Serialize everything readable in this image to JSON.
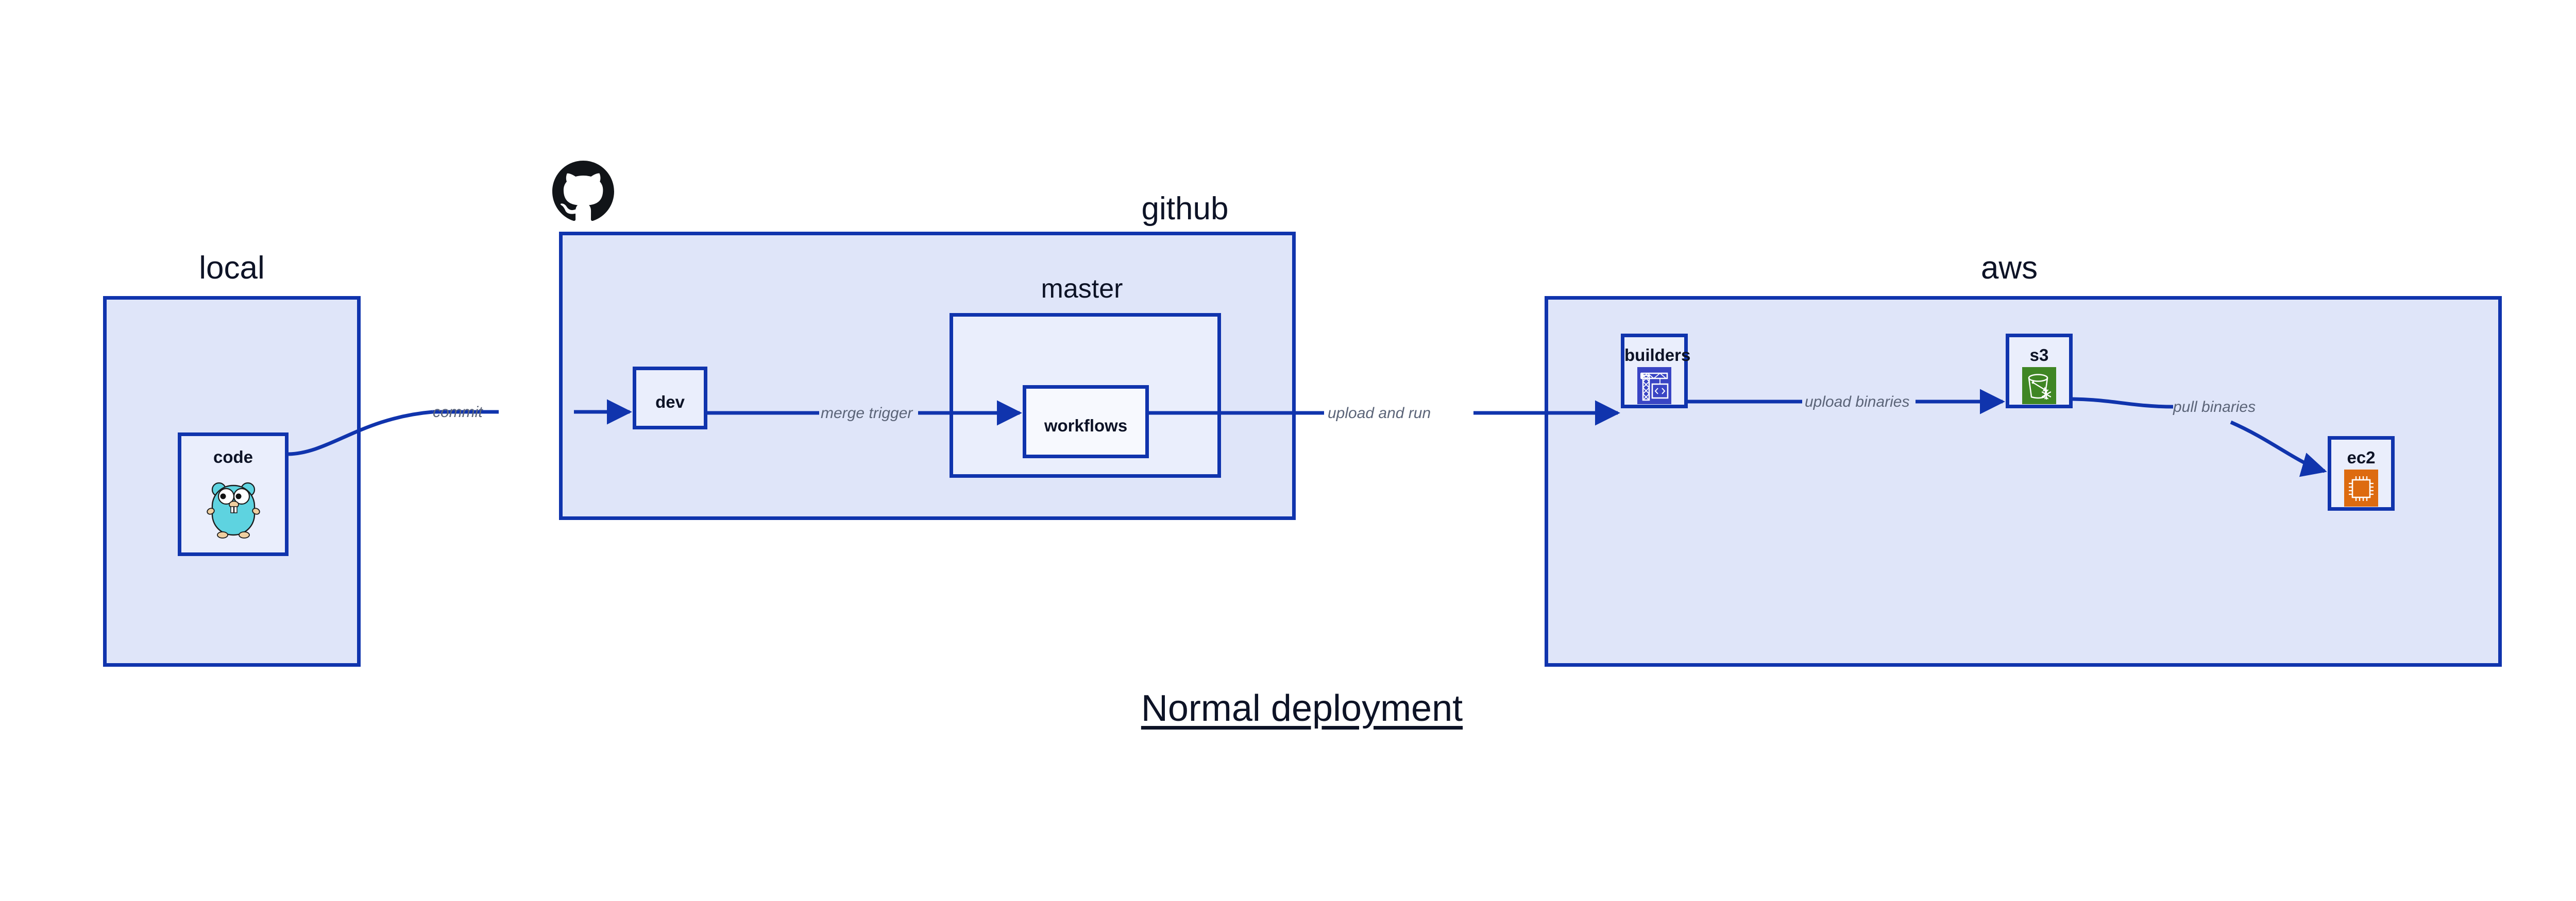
{
  "diagram": {
    "title": "Normal deployment",
    "background": "#ffffff",
    "border_color": "#1034ad",
    "group_fill": "#dfe5f9",
    "node_fill": "#eaeefc",
    "leaf_fill": "#f7f9fe",
    "label_color": "#0d1326",
    "edge_label_color": "#5b6478"
  },
  "groups": {
    "local": {
      "label": "local"
    },
    "github": {
      "label": "github",
      "logo_icon": "github-octocat-icon"
    },
    "master": {
      "label": "master"
    },
    "aws": {
      "label": "aws"
    }
  },
  "nodes": {
    "code": {
      "label": "code",
      "icon": "go-gopher-icon",
      "icon_color": "#5ed3e0"
    },
    "dev": {
      "label": "dev",
      "icon": "none"
    },
    "workflows": {
      "label": "workflows",
      "icon": "none"
    },
    "builders": {
      "label": "builders",
      "icon": "aws-codebuild-crane-icon",
      "icon_color": "#3a45c4"
    },
    "s3": {
      "label": "s3",
      "icon": "aws-s3-glacier-bucket-icon",
      "icon_color": "#3f8624"
    },
    "ec2": {
      "label": "ec2",
      "icon": "aws-ec2-chip-icon",
      "icon_color": "#dd6b10"
    }
  },
  "edges": [
    {
      "id": "commit",
      "label": "commit",
      "from": "code",
      "to": "dev"
    },
    {
      "id": "merge-trigger",
      "label": "merge trigger",
      "from": "dev",
      "to": "workflows"
    },
    {
      "id": "upload-and-run",
      "label": "upload and run",
      "from": "workflows",
      "to": "builders"
    },
    {
      "id": "upload-binaries",
      "label": "upload binaries",
      "from": "builders",
      "to": "s3"
    },
    {
      "id": "pull-binaries",
      "label": "pull binaries",
      "from": "s3",
      "to": "ec2"
    }
  ]
}
